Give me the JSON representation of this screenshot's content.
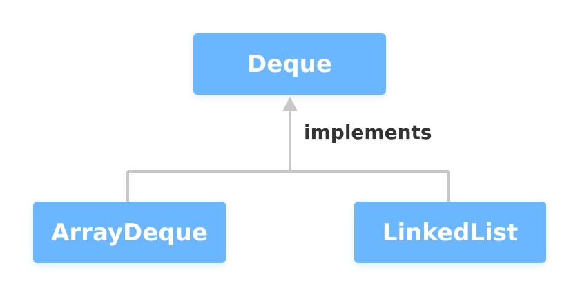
{
  "diagram": {
    "parent": {
      "label": "Deque"
    },
    "relation": {
      "label": "implements"
    },
    "children": [
      {
        "label": "ArrayDeque"
      },
      {
        "label": "LinkedList"
      }
    ]
  },
  "colors": {
    "node_fill": "#6ab7ff",
    "node_text": "#ffffff",
    "connector": "#c8c8c8",
    "label_text": "#333333"
  }
}
